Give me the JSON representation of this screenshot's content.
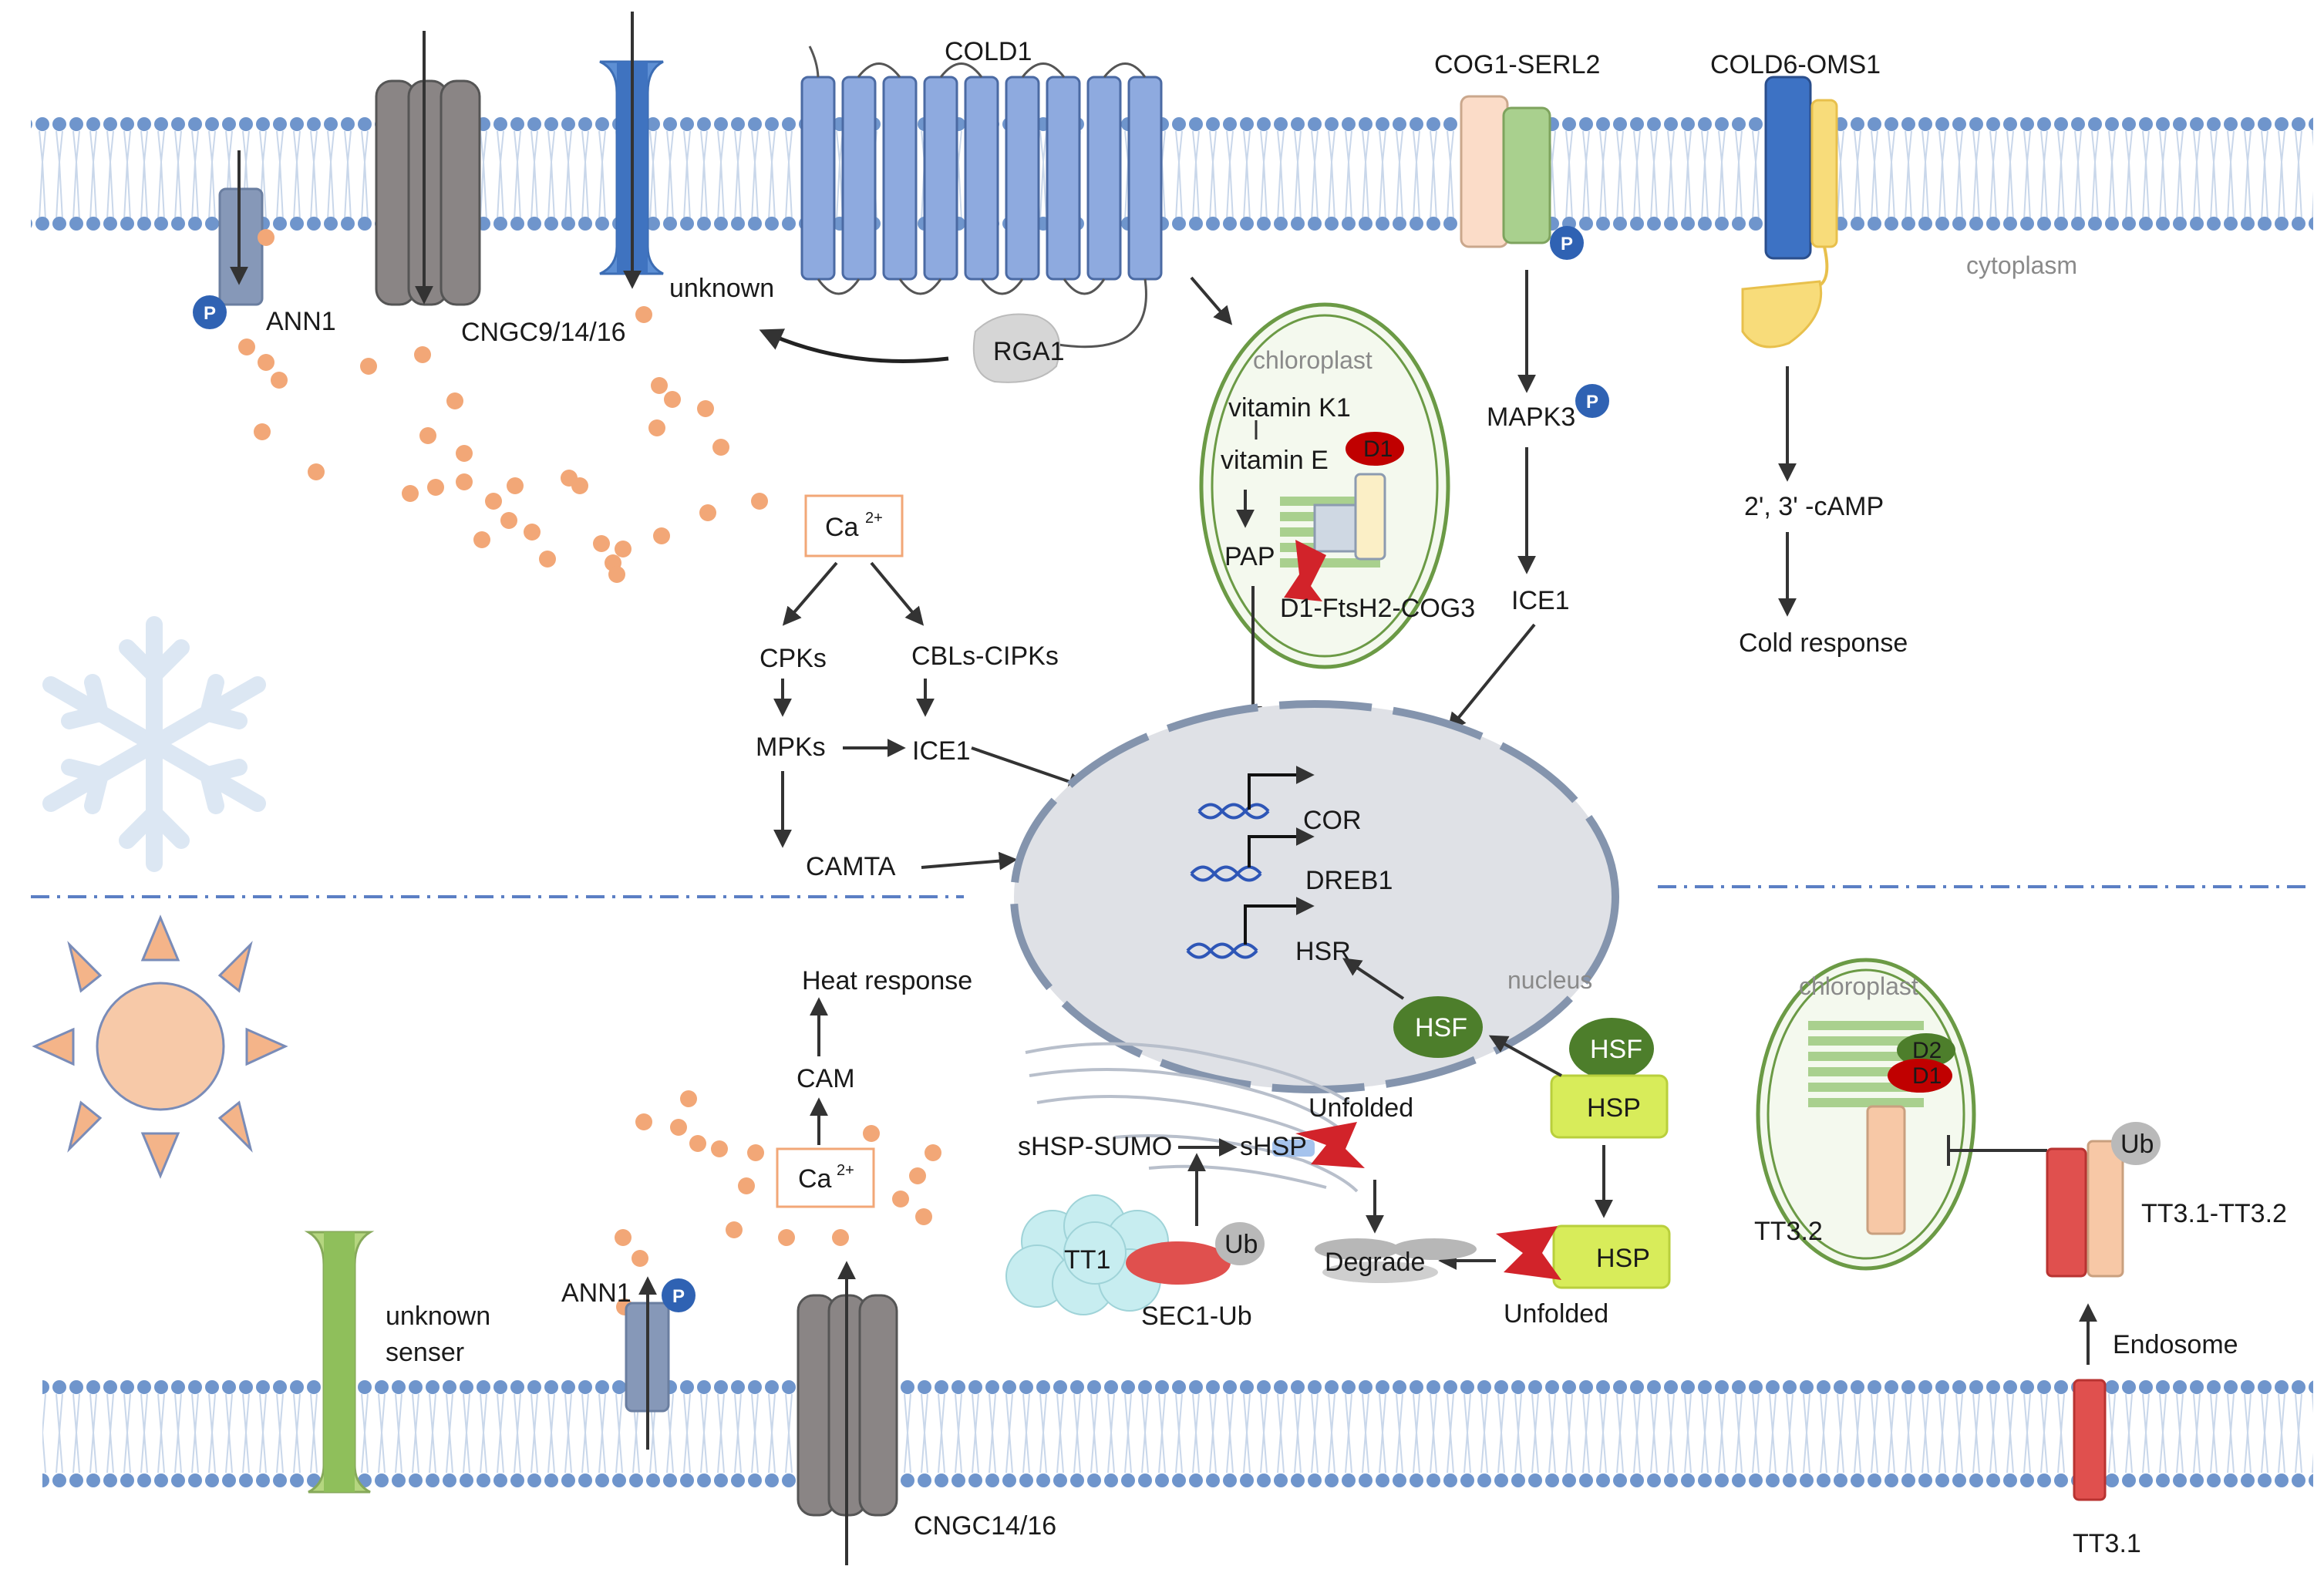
{
  "colors": {
    "membrane_head": "#6f95cc",
    "membrane_tail": "#c9d7ea",
    "calcium_dot": "#f2a777",
    "cold_receptor": "#8eaadf",
    "channel_grey": "#8a8585",
    "ann1": "#8698b8",
    "nucleus_fill": "#dfe1e6",
    "nucleus_border": "#8494ad",
    "chloroplast_border": "#6b9a45",
    "hsf": "#4d7e2b",
    "hsp": "#d8ec5a",
    "unfolded": "#d2232a",
    "phospho": "#2f62b3",
    "sun_core": "#f7c9a8",
    "sun_ray": "#f4b489",
    "snowflake": "#dce7f3",
    "tt3_red": "#e0504e",
    "tt3_peach": "#f7c8a6"
  },
  "icons": [
    "snowflake-icon",
    "sun-icon",
    "dna-icon",
    "phospho-icon",
    "ub-icon"
  ],
  "labels": {
    "cold1": "COLD1",
    "cog1_serl2": "COG1-SERL2",
    "cold6_oms1": "COLD6-OMS1",
    "unknown_channel": "unknown",
    "ann1_top": "ANN1",
    "cngc9": "CNGC9/14/16",
    "rga1": "RGA1",
    "cytoplasm": "cytoplasm",
    "chloroplast_top": "chloroplast",
    "vitamin_k1": "vitamin K1",
    "vitamin_e": "vitamin E",
    "d1_top": "D1",
    "pap": "PAP",
    "d1_ftsh2": "D1-FtsH2-COG3",
    "mapk3": "MAPK3",
    "ice1_right": "ICE1",
    "camp": "2', 3' -cAMP",
    "cold_response": "Cold response",
    "ca_top": "Ca",
    "ca_sup": "2+",
    "cpks": "CPKs",
    "cbls_cipks": "CBLs-CIPKs",
    "mpks": "MPKs",
    "ice1_left": "ICE1",
    "camta": "CAMTA",
    "cor": "COR",
    "dreb1": "DREB1",
    "hsr": "HSR",
    "nucleus": "nucleus",
    "heat_response": "Heat response",
    "cam": "CAM",
    "ca_bottom": "Ca",
    "hsf_left": "HSF",
    "hsf_right": "HSF",
    "hsp_top": "HSP",
    "hsp_bottom": "HSP",
    "unfolded_top": "Unfolded",
    "unfolded_bottom": "Unfolded",
    "shsp_sumo": "sHSP-SUMO",
    "shsp": "sHSP",
    "tt1": "TT1",
    "ub": "Ub",
    "sec1_ub": "SEC1-Ub",
    "degrade": "Degrade",
    "chloroplast_bottom": "chloroplast",
    "d2": "D2",
    "d1_bottom": "D1",
    "tt32": "TT3.2",
    "tt31_tt32": "TT3.1-TT3.2",
    "ub_right": "Ub",
    "endosome": "Endosome",
    "tt31": "TT3.1",
    "unknown_senser_1": "unknown",
    "unknown_senser_2": "senser",
    "ann1_bottom": "ANN1",
    "cngc14": "CNGC14/16",
    "p": "P"
  }
}
